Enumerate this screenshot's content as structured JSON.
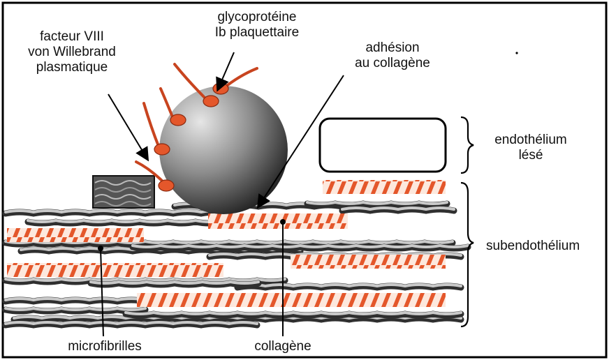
{
  "labels": {
    "factor_line1": "facteur VIII",
    "factor_line2": "von Willebrand",
    "factor_line3": "plasmatique",
    "glyco_line1": "glycoprotéine",
    "glyco_line2": "Ib plaquettaire",
    "adhesion_line1": "adhésion",
    "adhesion_line2": "au collagène",
    "endothelium_line1": "endothélium",
    "endothelium_line2": "lésé",
    "subendothelium": "subendothélium",
    "microfibrilles": "microfibrilles",
    "collagene": "collagène"
  },
  "colors": {
    "collagen": "#e4572b",
    "fiber_dark": "#3a3a3a",
    "fiber_light": "#b8b8b8",
    "platelet": "#7d7d7d",
    "receptor": "#d9461f",
    "border": "#000000"
  }
}
